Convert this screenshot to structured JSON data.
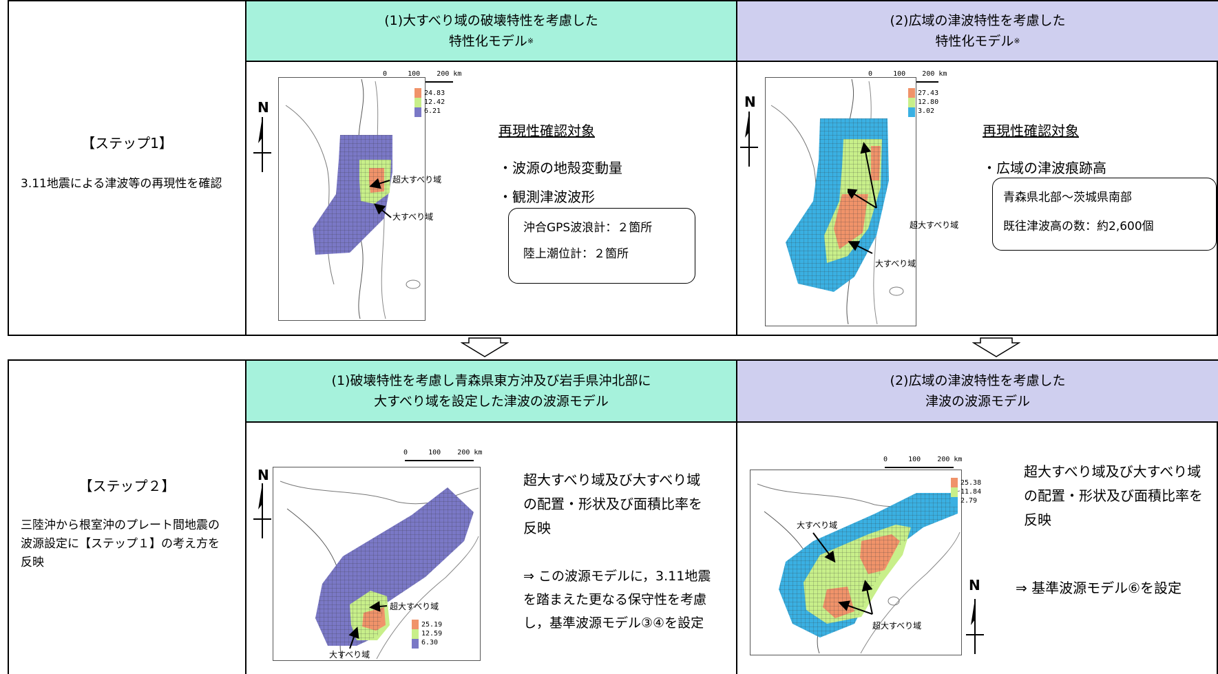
{
  "colors": {
    "header_green": "#a6f2dc",
    "header_purple": "#cfcfef",
    "slip_large": "#f0936a",
    "slip_mid": "#c8ef8a",
    "slip_small_purple": "#7a78c6",
    "slip_small_blue": "#3ab0e2"
  },
  "top": {
    "step_title": "【ステップ1】",
    "step_desc": "3.11地震による津波等の再現性を確認",
    "col1": {
      "header_line1": "(1)大すべり域の破壊特性を考慮した",
      "header_line2": "特性化モデル",
      "header_mark": "※",
      "heading": "再現性確認対象",
      "bullet1": "・波源の地殻変動量",
      "bullet2": "・観測津波波形",
      "sub1": "沖合GPS波浪計：２箇所",
      "sub2": "陸上潮位計：２箇所",
      "label_super": "超大すべり域",
      "label_large": "大すべり域",
      "legend": [
        "24.83",
        "12.42",
        "6.21"
      ],
      "north": "N",
      "scale": [
        "0",
        "100",
        "200 km"
      ]
    },
    "col2": {
      "header_line1": "(2)広域の津波特性を考慮した",
      "header_line2": "特性化モデル",
      "header_mark": "※",
      "heading": "再現性確認対象",
      "bullet1": "・広域の津波痕跡高",
      "sub1": "青森県北部～茨城県南部",
      "sub2": "既往津波高の数：約2,600個",
      "label_super": "超大すべり域",
      "label_large": "大すべり域",
      "legend": [
        "27.43",
        "12.80",
        "3.02"
      ],
      "north": "N",
      "scale": [
        "0",
        "100",
        "200 km"
      ]
    }
  },
  "bottom": {
    "step_title": "【ステップ２】",
    "step_desc": "三陸沖から根室沖のプレート間地震の波源設定に【ステップ１】の考え方を反映",
    "col1": {
      "header_line1": "(1)破壊特性を考慮し青森県東方沖及び岩手県沖北部に",
      "header_line2": "大すべり域を設定した津波の波源モデル",
      "desc": "超大すべり域及び大すべり域の配置・形状及び面積比率を反映",
      "note": "⇒ この波源モデルに，3.11地震を踏まえた更なる保守性を考慮し，基準波源モデル③④を設定",
      "label_super": "超大すべり域",
      "label_large": "大すべり域",
      "legend": [
        "25.19",
        "12.59",
        "6.30"
      ],
      "north": "N",
      "scale": [
        "0",
        "100",
        "200 km"
      ]
    },
    "col2": {
      "header_line1": "(2)広域の津波特性を考慮した",
      "header_line2": "津波の波源モデル",
      "desc": "超大すべり域及び大すべり域の配置・形状及び面積比率を反映",
      "note": "⇒ 基準波源モデル⑥を設定",
      "label_super": "超大すべり域",
      "label_large": "大すべり域",
      "legend": [
        "25.38",
        "11.84",
        "2.79"
      ],
      "north": "N",
      "scale": [
        "0",
        "100",
        "200 km"
      ]
    }
  }
}
